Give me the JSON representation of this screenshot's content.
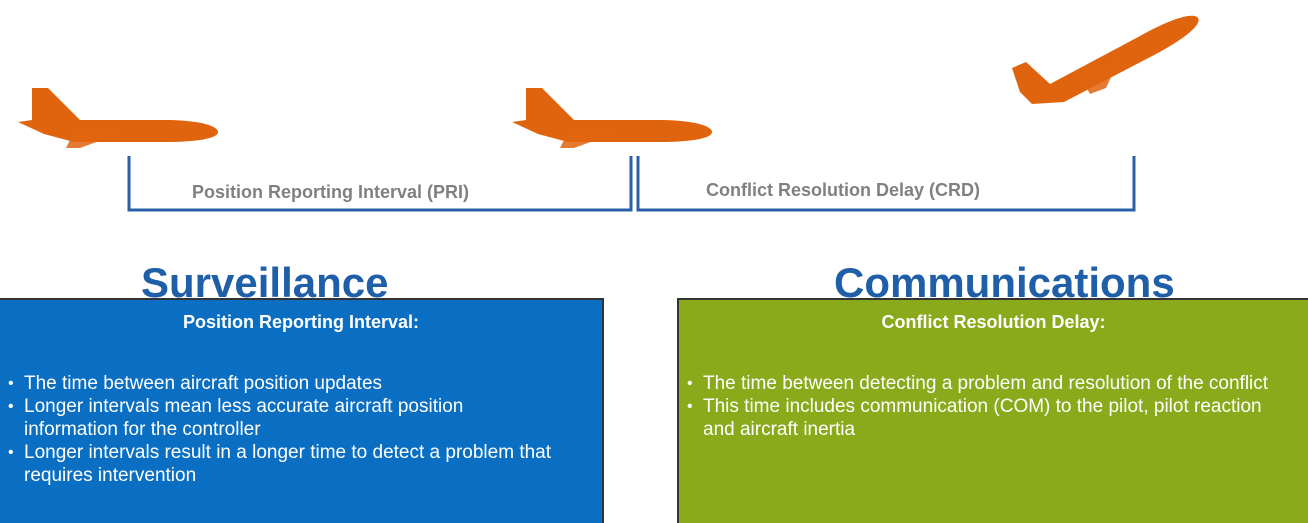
{
  "colors": {
    "plane": "#e0640e",
    "bracket": "#2a5ea8",
    "label": "#808080",
    "title": "#1f5fa8",
    "surveillance_box": "#0a6fc2",
    "communications_box": "#8aaa1c"
  },
  "timeline": {
    "pri_label": "Position Reporting Interval (PRI)",
    "crd_label": "Conflict Resolution Delay (CRD)"
  },
  "surveillance": {
    "title": "Surveillance",
    "heading": "Position Reporting Interval:",
    "bullets": [
      "The time between aircraft position updates",
      "Longer intervals mean less accurate aircraft position information for the controller",
      "Longer intervals result in a longer time to detect a problem that requires intervention"
    ]
  },
  "communications": {
    "title": "Communications",
    "heading": "Conflict Resolution Delay:",
    "bullets": [
      "The time between detecting a problem and resolution of the conflict",
      "This time includes communication (COM) to the pilot, pilot reaction and aircraft inertia"
    ]
  }
}
